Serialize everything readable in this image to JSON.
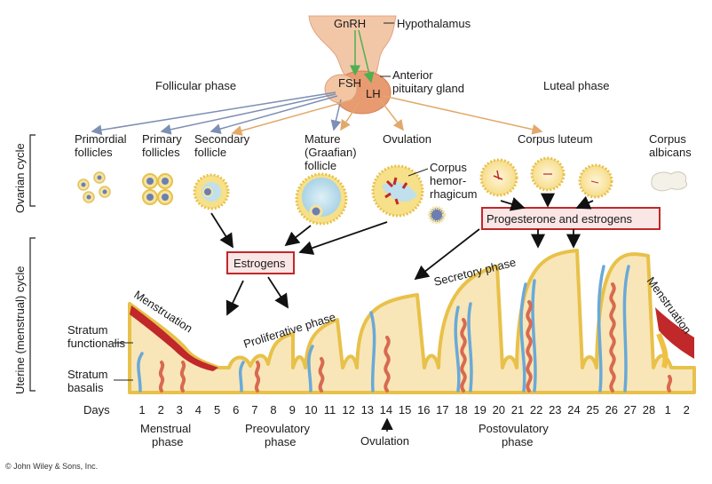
{
  "hormones": {
    "gnrh": "GnRH",
    "hypothalamus": "Hypothalamus",
    "fsh": "FSH",
    "lh": "LH",
    "anterior_pituitary_line1": "Anterior",
    "anterior_pituitary_line2": "pituitary gland",
    "estrogens": "Estrogens",
    "progesterone_estrogens": "Progesterone and estrogens"
  },
  "phases": {
    "follicular": "Follicular phase",
    "luteal": "Luteal phase"
  },
  "side_labels": {
    "ovarian_cycle": "Ovarian cycle",
    "uterine_cycle": "Uterine (menstrual) cycle"
  },
  "ovarian_stages": {
    "primordial": [
      "Primordial",
      "follicles"
    ],
    "primary": [
      "Primary",
      "follicles"
    ],
    "secondary": [
      "Secondary",
      "follicle"
    ],
    "mature": [
      "Mature",
      "(Graafian)",
      "follicle"
    ],
    "ovulation": "Ovulation",
    "corpus_hemorrhagicum": [
      "Corpus",
      "hemor-",
      "rhagicum"
    ],
    "corpus_luteum": "Corpus luteum",
    "corpus_albicans": [
      "Corpus",
      "albicans"
    ]
  },
  "endometrium": {
    "stratum_functionalis": [
      "Stratum",
      "functionalis"
    ],
    "stratum_basalis": [
      "Stratum",
      "basalis"
    ],
    "menstruation_left": "Menstruation",
    "menstruation_right": "Menstruation",
    "proliferative": "Proliferative phase",
    "secretory": "Secretory phase"
  },
  "days": {
    "label": "Days",
    "ticks": [
      "1",
      "2",
      "3",
      "4",
      "5",
      "6",
      "7",
      "8",
      "9",
      "10",
      "11",
      "12",
      "13",
      "14",
      "15",
      "16",
      "17",
      "18",
      "19",
      "20",
      "21",
      "22",
      "23",
      "24",
      "25",
      "26",
      "27",
      "28",
      "1",
      "2"
    ]
  },
  "bottom_phases": {
    "menstrual": [
      "Menstrual",
      "phase"
    ],
    "preovulatory": [
      "Preovulatory",
      "phase"
    ],
    "ovulation": "Ovulation",
    "postovulatory": [
      "Postovulatory",
      "phase"
    ]
  },
  "copyright": "© John Wiley & Sons, Inc.",
  "colors": {
    "arrow_blue": "#7d8fb3",
    "arrow_orange": "#e2a96a",
    "arrow_green": "#4caf50",
    "endometrium_fill": "#f8e6b8",
    "endometrium_border": "#e8c14a",
    "gland_blue": "#6aa9d8",
    "artery_red": "#d86a50",
    "menses_red": "#c0282a",
    "box_border": "#c0282a",
    "box_fill": "#fbe6e6",
    "pituitary": "#e89a70"
  }
}
